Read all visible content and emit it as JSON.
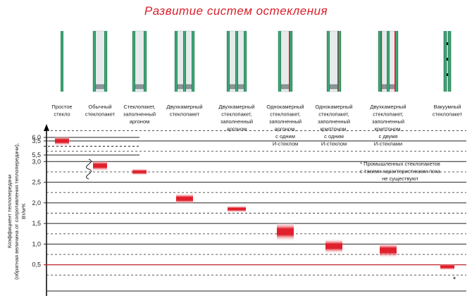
{
  "title": "Развитие систем остекления",
  "ylabel_line1": "Коэффициент теплопередачи",
  "ylabel_line2": "(обратная величина от сопротивления теплопередачи),",
  "ylabel_line3": "Вт/м²К",
  "footnote": [
    "* Промышленных стеклопакетов",
    "с такими характеристиками пока",
    "не существуют"
  ],
  "footnote_marker": "*",
  "colors": {
    "title": "#d8202a",
    "bar": "#e0202c",
    "glass": "#2f9a6a",
    "frame": "#cfd8dc",
    "axis": "#000000"
  },
  "chart_data": {
    "type": "bar",
    "title": "Развитие систем остекления",
    "ylabel": "Коэффициент теплопередачи (обратная величина от сопротивления теплопередачи), Вт/м²К",
    "upper_ticks": [
      "6,0",
      "5,5"
    ],
    "lower_ticks": [
      "3,5",
      "3,0",
      "2,5",
      "2,0",
      "1,5",
      "1,0",
      "0,5"
    ],
    "axis_break": true,
    "categories": [
      [
        "Простое",
        "стекло"
      ],
      [
        "Обычный",
        "стеклопакет"
      ],
      [
        "Стеклопакет,",
        "заполненный",
        "аргоном"
      ],
      [
        "Двухкамерный",
        "стеклопакет"
      ],
      [
        "Двухкамерный",
        "стеклопакет,",
        "заполненный",
        "аргоном"
      ],
      [
        "Однокамерный",
        "стеклопакет,",
        "заполненный",
        "аргоном,",
        "с одним",
        "И-стеклом"
      ],
      [
        "Однокамерный",
        "стеклопакет,",
        "заполненный",
        "криптоном,",
        "с одним",
        "И-стеклом"
      ],
      [
        "Двухкамерный",
        "стеклопакет,",
        "заполненный",
        "криптоном,",
        "с двумя",
        "И-стеклами"
      ],
      [
        "Вакуумный",
        "стеклопакет"
      ]
    ],
    "ranges": [
      [
        5.8,
        6.0
      ],
      [
        2.8,
        3.0
      ],
      [
        2.7,
        2.8
      ],
      [
        2.0,
        2.2
      ],
      [
        1.8,
        1.9
      ],
      [
        1.1,
        1.5
      ],
      [
        0.8,
        1.1
      ],
      [
        0.7,
        1.0
      ],
      [
        0.4,
        0.5
      ]
    ]
  }
}
